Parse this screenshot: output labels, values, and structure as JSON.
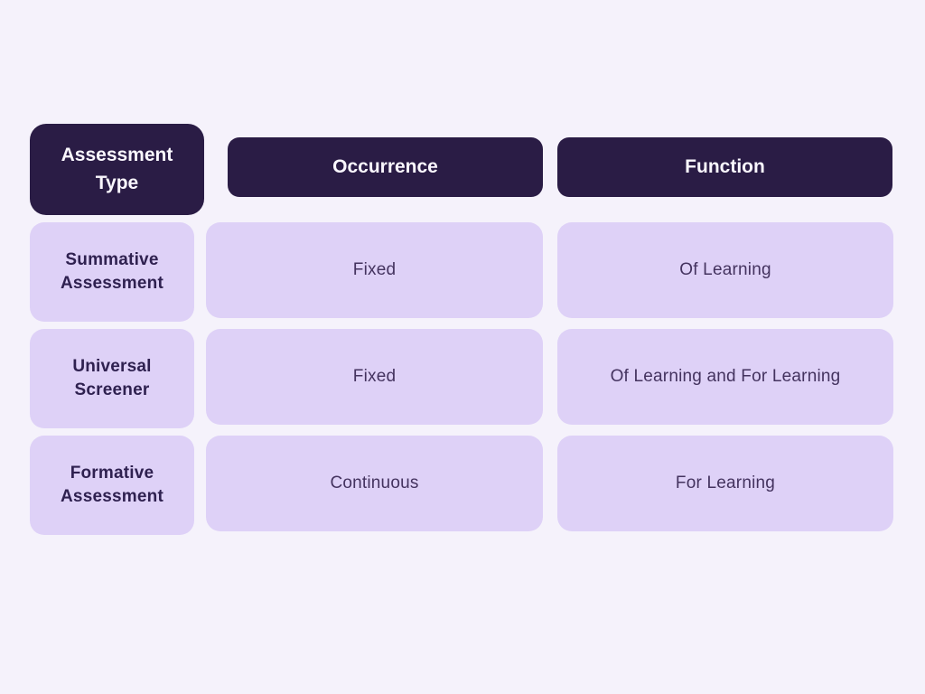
{
  "colors": {
    "background": "#f5f2fb",
    "header_bg": "#2a1c45",
    "header_text": "#faf7fe",
    "cell_bg": "#ded1f7",
    "row_header_text": "#2f2150",
    "cell_text": "#44335f"
  },
  "table": {
    "columns": [
      {
        "label": "Assessment Type"
      },
      {
        "label": "Occurrence"
      },
      {
        "label": "Function"
      }
    ],
    "rows": [
      {
        "type": "Summative Assessment",
        "occurrence": "Fixed",
        "function": "Of Learning"
      },
      {
        "type": "Universal Screener",
        "occurrence": "Fixed",
        "function": "Of Learning and For Learning"
      },
      {
        "type": "Formative Assessment",
        "occurrence": "Continuous",
        "function": "For Learning"
      }
    ]
  }
}
